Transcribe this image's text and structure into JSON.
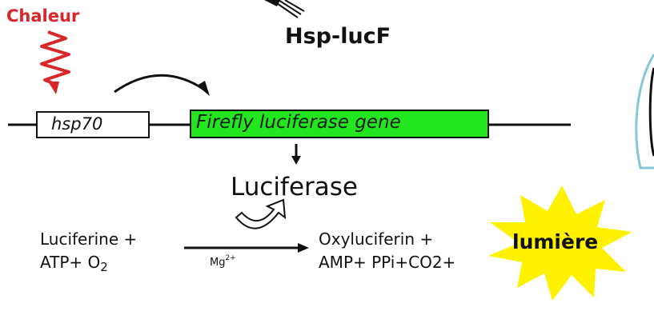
{
  "labels": {
    "heat": "Chaleur",
    "construct": "Hsp-lucF",
    "promoter": "hsp70",
    "gene": "Firefly luciferase gene",
    "enzyme": "Luciferase",
    "substrate_1": "Luciferine +",
    "substrate_2_prefix": "ATP+ O",
    "substrate_2_sub": "2",
    "cofactor_prefix": "Mg",
    "cofactor_sup": "2+",
    "product_1": "Oxyluciferin +",
    "product_2": "AMP+ PPi+CO2+",
    "light": "lumière"
  },
  "colors": {
    "heat": "#d9262a",
    "gene_box": "#22e61e",
    "starburst": "#fff200",
    "circle_outline": "#86c6d6"
  }
}
